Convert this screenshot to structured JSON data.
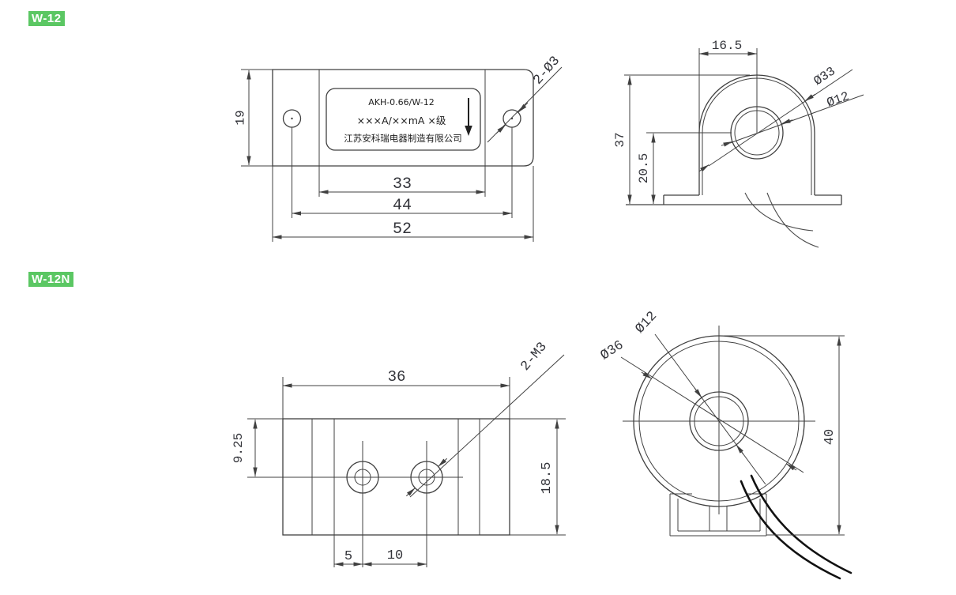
{
  "drawing": {
    "badge_w12": "W-12",
    "badge_w12n": "W-12N",
    "badge_color": "#5bc763",
    "w12_front": {
      "nameplate_line1": "AKH-0.66/W-12",
      "nameplate_line2": "×××A/××mA ×级",
      "nameplate_line3": "江苏安科瑞电器制造有限公司",
      "dim_height": "19",
      "dim_slot_width": "33",
      "dim_hole_spacing": "44",
      "dim_total_width": "52",
      "label_mount_holes": "2-Ø3"
    },
    "w12_side": {
      "dim_center_offset": "16.5",
      "dim_total_height": "37",
      "dim_hole_center_height": "20.5",
      "label_outer_dia": "Ø33",
      "label_hole_dia": "Ø12"
    },
    "w12n_front": {
      "dim_width": "36",
      "dim_hole_top": "9.25",
      "dim_height": "18.5",
      "dim_edge_to_hole": "5",
      "dim_hole_spacing": "10",
      "label_screw_holes": "2-M3"
    },
    "w12n_round": {
      "label_hole_dia": "Ø12",
      "label_outer_dia": "Ø36",
      "dim_total_height": "40"
    }
  }
}
